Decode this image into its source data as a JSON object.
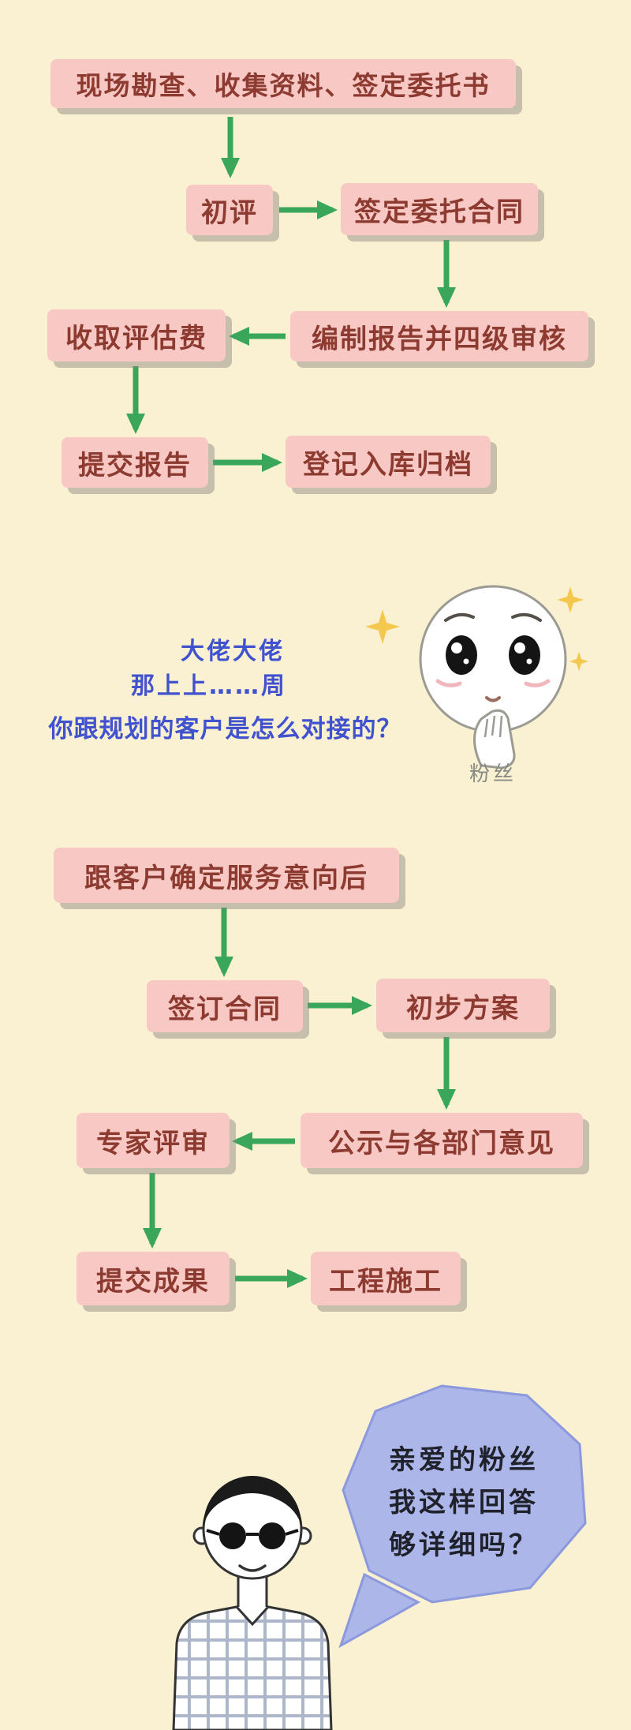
{
  "page": {
    "background_color": "#FAF1D2",
    "description_visible_content": "two pink flowcharts with green arrows, a fan question in blue handwriting, a fan emoji face, and a man with sunglasses answering in a speech bubble"
  },
  "colors": {
    "box_bg": "#F8C8C4",
    "box_text": "#8D3A30",
    "arrow_green": "#3AA65A",
    "question_blue": "#4152CF",
    "bubble_bg": "#ACB6E8",
    "bubble_text": "#20222B",
    "sparkle_gold": "#F4C84F"
  },
  "flow1": {
    "nodes": [
      {
        "label": "现场勘查、收集资料、签定委托书"
      },
      {
        "label": "初评"
      },
      {
        "label": "签定委托合同"
      },
      {
        "label": "编制报告并四级审核"
      },
      {
        "label": "收取评估费"
      },
      {
        "label": "提交报告"
      },
      {
        "label": "登记入库归档"
      }
    ],
    "edges": [
      [
        0,
        1
      ],
      [
        1,
        2
      ],
      [
        2,
        3
      ],
      [
        3,
        4
      ],
      [
        4,
        5
      ],
      [
        5,
        6
      ]
    ]
  },
  "question": {
    "lines": [
      "大佬大佬",
      "那上上……周",
      "你跟规划的客户是怎么对接的？"
    ]
  },
  "fan": {
    "label": "粉丝"
  },
  "flow2": {
    "nodes": [
      {
        "label": "跟客户确定服务意向后"
      },
      {
        "label": "签订合同"
      },
      {
        "label": "初步方案"
      },
      {
        "label": "公示与各部门意见"
      },
      {
        "label": "专家评审"
      },
      {
        "label": "提交成果"
      },
      {
        "label": "工程施工"
      }
    ],
    "edges": [
      [
        0,
        1
      ],
      [
        1,
        2
      ],
      [
        2,
        3
      ],
      [
        3,
        4
      ],
      [
        4,
        5
      ],
      [
        5,
        6
      ]
    ]
  },
  "bubble": {
    "lines": [
      "亲爱的粉丝",
      "我这样回答",
      "够详细吗？"
    ]
  }
}
